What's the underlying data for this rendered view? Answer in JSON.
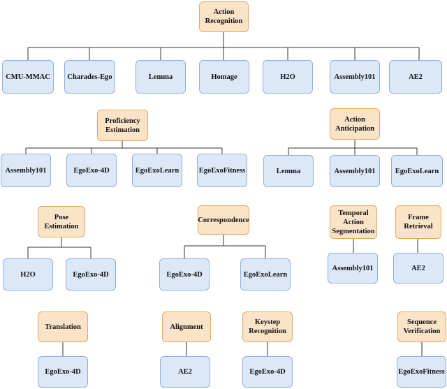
{
  "diagram": {
    "action_recognition": {
      "title": "Action\nRecognition",
      "datasets": [
        "CMU-MMAC",
        "Charades-Ego",
        "Lemma",
        "Homage",
        "H2O",
        "Assembly101",
        "AE2"
      ]
    },
    "proficiency_estimation": {
      "title": "Proficiency\nEstimation",
      "datasets": [
        "Assembly101",
        "EgoExo-4D",
        "EgoExoLearn",
        "EgoExoFitness"
      ]
    },
    "action_anticipation": {
      "title": "Action\nAnticipation",
      "datasets": [
        "Lemma",
        "Assembly101",
        "EgoExoLearn"
      ]
    },
    "pose_estimation": {
      "title": "Pose\nEstimation",
      "datasets": [
        "H2O",
        "EgoExo-4D"
      ]
    },
    "correspondence": {
      "title": "Correspondence",
      "datasets": [
        "EgoExo-4D",
        "EgoExoLearn"
      ]
    },
    "temporal_action_segmentation": {
      "title": "Temporal\nAction\nSegmentation",
      "datasets": [
        "Assembly101"
      ]
    },
    "frame_retrieval": {
      "title": "Frame\nRetrieval",
      "datasets": [
        "AE2"
      ]
    },
    "translation": {
      "title": "Translation",
      "datasets": [
        "EgoExo-4D"
      ]
    },
    "alignment": {
      "title": "Alignment",
      "datasets": [
        "AE2"
      ]
    },
    "keystep_recognition": {
      "title": "Keystep\nRecognition",
      "datasets": [
        "EgoExo-4D"
      ]
    },
    "sequence_verification": {
      "title": "Sequence\nVerification",
      "datasets": [
        "EgoExoFitness"
      ]
    }
  }
}
